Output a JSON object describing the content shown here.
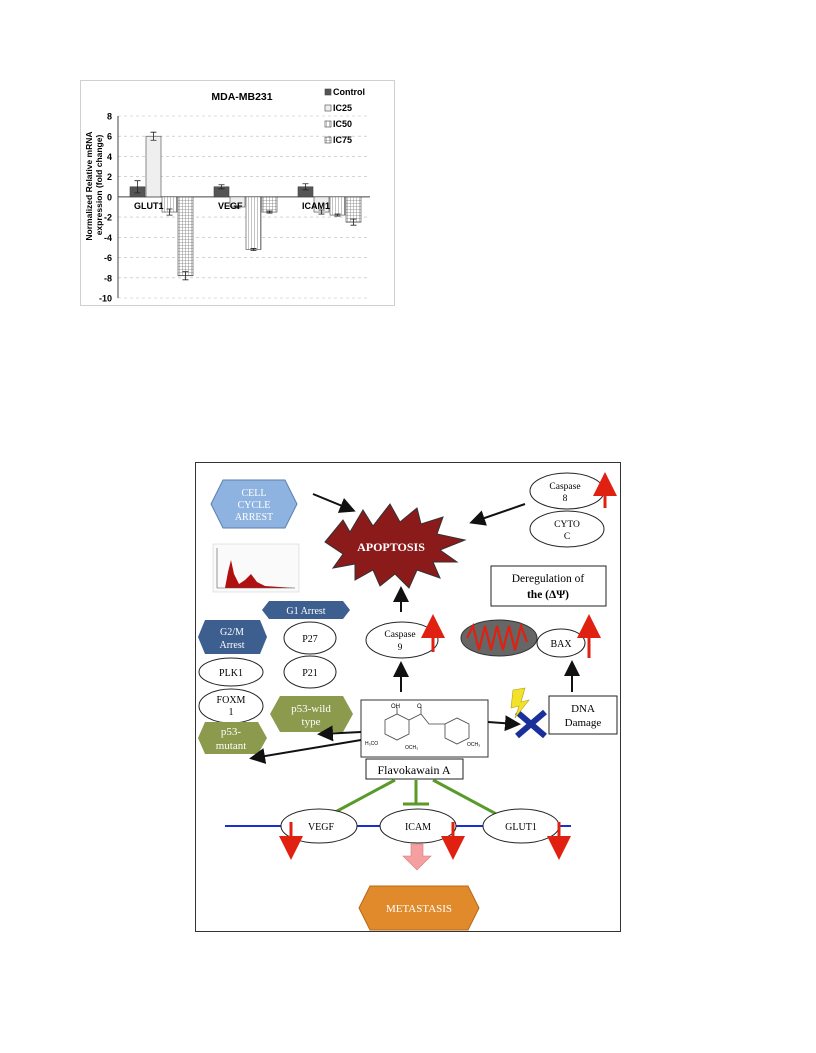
{
  "figure1": {
    "chart_data": {
      "type": "bar",
      "title": "MDA-MB231",
      "ylabel": "Normalized Relative mRNA expression (fold change)",
      "categories": [
        "GLUT1",
        "VEGF",
        "ICAM1"
      ],
      "series": [
        {
          "name": "Control",
          "values": [
            1.0,
            1.0,
            1.0
          ],
          "errors": [
            0.6,
            0.2,
            0.3
          ],
          "pattern": "dark"
        },
        {
          "name": "IC25",
          "values": [
            6.0,
            -1.0,
            -1.5
          ],
          "errors": [
            0.4,
            0.1,
            0.2
          ],
          "pattern": "light"
        },
        {
          "name": "IC50",
          "values": [
            -1.5,
            -5.2,
            -1.8
          ],
          "errors": [
            0.3,
            0.1,
            0.1
          ],
          "pattern": "stripe"
        },
        {
          "name": "IC75",
          "values": [
            -7.8,
            -1.5,
            -2.5
          ],
          "errors": [
            0.4,
            0.1,
            0.3
          ],
          "pattern": "grid"
        }
      ],
      "ylim": [
        -10,
        8
      ],
      "yticks": [
        -10,
        -8,
        -6,
        -4,
        -2,
        0,
        2,
        4,
        6,
        8
      ],
      "grid": true,
      "legend_position": "top-right"
    }
  },
  "figure2": {
    "apoptosis": "APOPTOSIS",
    "cell_cycle_arrest": [
      "CELL",
      "CYCLE",
      "ARREST"
    ],
    "caspase8": [
      "Caspase",
      "8"
    ],
    "cyto_c": [
      "CYTO",
      "C"
    ],
    "deregulation": [
      "Deregulation of",
      "the (ΔΨ)"
    ],
    "g1_arrest": "G1 Arrest",
    "g2m_arrest": [
      "G2/M",
      "Arrest"
    ],
    "p27": "P27",
    "p21": "P21",
    "plk1": "PLK1",
    "foxm1": [
      "FOXM",
      "1"
    ],
    "caspase9": [
      "Caspase",
      "9"
    ],
    "bax": "BAX",
    "p53_wild": [
      "p53-wild",
      "type"
    ],
    "p53_mutant": [
      "p53-",
      "mutant"
    ],
    "dna_damage": [
      "DNA",
      "Damage"
    ],
    "flavokawain": "Flavokawain A",
    "vegf": "VEGF",
    "icam": "ICAM",
    "glut1": "GLUT1",
    "metastasis": "METASTASIS",
    "colors": {
      "apoptosis_fill": "#8b1a1a",
      "cell_cycle_fill": "#8fb3e0",
      "arrest_fill": "#3d5f8f",
      "p53_fill": "#8c9a4e",
      "metastasis_fill": "#e08a2c",
      "inhibit_green": "#5a9a2a",
      "up_red": "#e02010"
    }
  }
}
